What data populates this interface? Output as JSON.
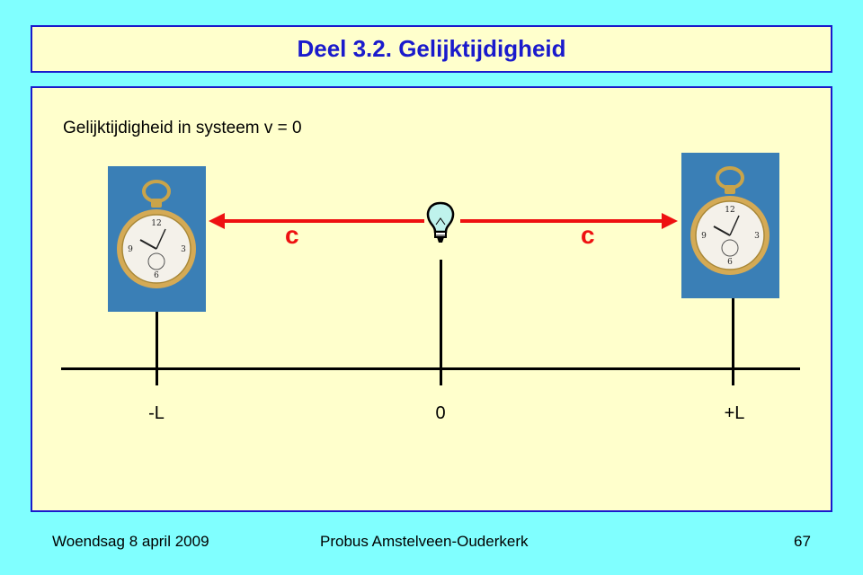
{
  "slide": {
    "title": "Deel 3.2. Gelijktijdigheid",
    "subtitle": "Gelijktijdigheid in systeem v = 0",
    "light_label_left": "c",
    "light_label_right": "c",
    "axis_labels": {
      "left": "-L",
      "center": "0",
      "right": "+L"
    },
    "icons": [
      "pocket-watch-icon",
      "light-bulb-icon",
      "pocket-watch-icon"
    ]
  },
  "footer": {
    "date": "Woendsag 8 april 2009",
    "organization": "Probus Amstelveen-Ouderkerk",
    "page_number": "67"
  },
  "colors": {
    "background": "#80ffff",
    "panel": "#ffffcc",
    "border": "#1a1acc",
    "arrow": "#ee1111",
    "photo_bg": "#3a7fb6"
  }
}
